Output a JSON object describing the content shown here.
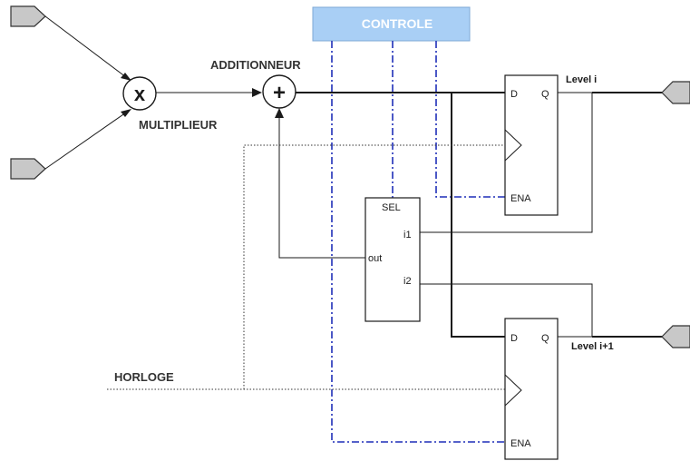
{
  "control": {
    "label": "CONTROLE",
    "color": "#a9cff5",
    "line_color": "#1f2fb8"
  },
  "multiplier": {
    "symbol": "x",
    "label": "MULTIPLIEUR"
  },
  "adder": {
    "symbol": "+",
    "label": "ADDITIONNEUR"
  },
  "clock": {
    "label": "HORLOGE"
  },
  "mux": {
    "sel": "SEL",
    "out": "out",
    "i1": "i1",
    "i2": "i2"
  },
  "flipflops": [
    {
      "d": "D",
      "q": "Q",
      "ena": "ENA",
      "output_label": "Level i"
    },
    {
      "d": "D",
      "q": "Q",
      "ena": "ENA",
      "output_label": "Level i+1"
    }
  ],
  "ports": {
    "inputs": [
      "input-port-1",
      "input-port-2"
    ],
    "outputs": [
      "output-port-level-i",
      "output-port-level-i1"
    ]
  }
}
